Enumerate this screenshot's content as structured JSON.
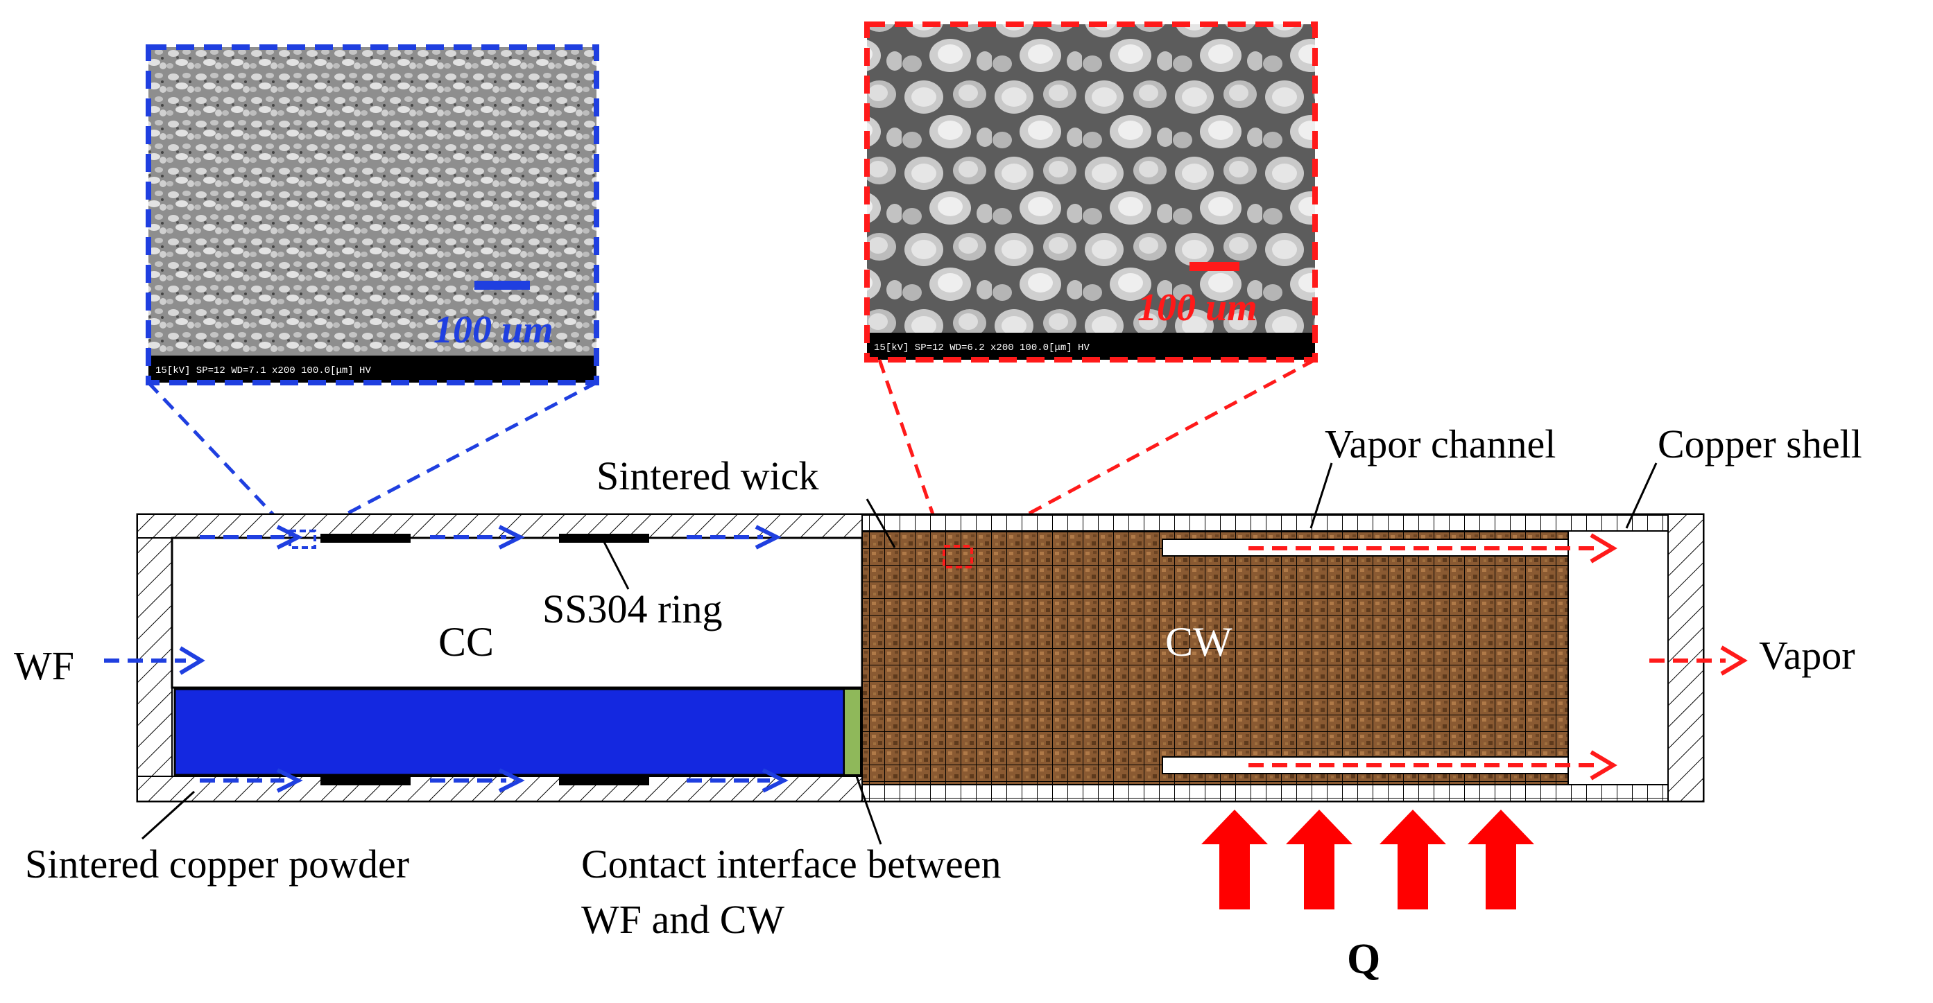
{
  "labels": {
    "wf": "WF",
    "cc": "CC",
    "cw": "CW",
    "vapor": "Vapor",
    "q": "Q",
    "sintered_wick": "Sintered wick",
    "vapor_channel": "Vapor channel",
    "copper_shell": "Copper shell",
    "ss304_ring": "SS304 ring",
    "sintered_copper_powder": "Sintered copper powder",
    "contact_interface_line1": "Contact interface between",
    "contact_interface_line2": "WF and CW"
  },
  "insets": {
    "left": {
      "scale_text": "100 um",
      "border_color": "#1f3fe0",
      "sem_info": "15[kV]   SP=12   WD=7.1    x200        100.0[μm]    HV"
    },
    "right": {
      "scale_text": "100 um",
      "border_color": "#ff1a1a",
      "sem_info": "15[kV]   SP=12   WD=6.2    x200        100.0[μm]    HV"
    }
  },
  "colors": {
    "blue_flow": "#1f3fe0",
    "red_flow": "#ff1a1a",
    "wick_fill": "#1428e0",
    "contact_interface": "#8fb85a",
    "copper_wick": "#8a5a32",
    "heat_arrow": "#ff0000"
  }
}
